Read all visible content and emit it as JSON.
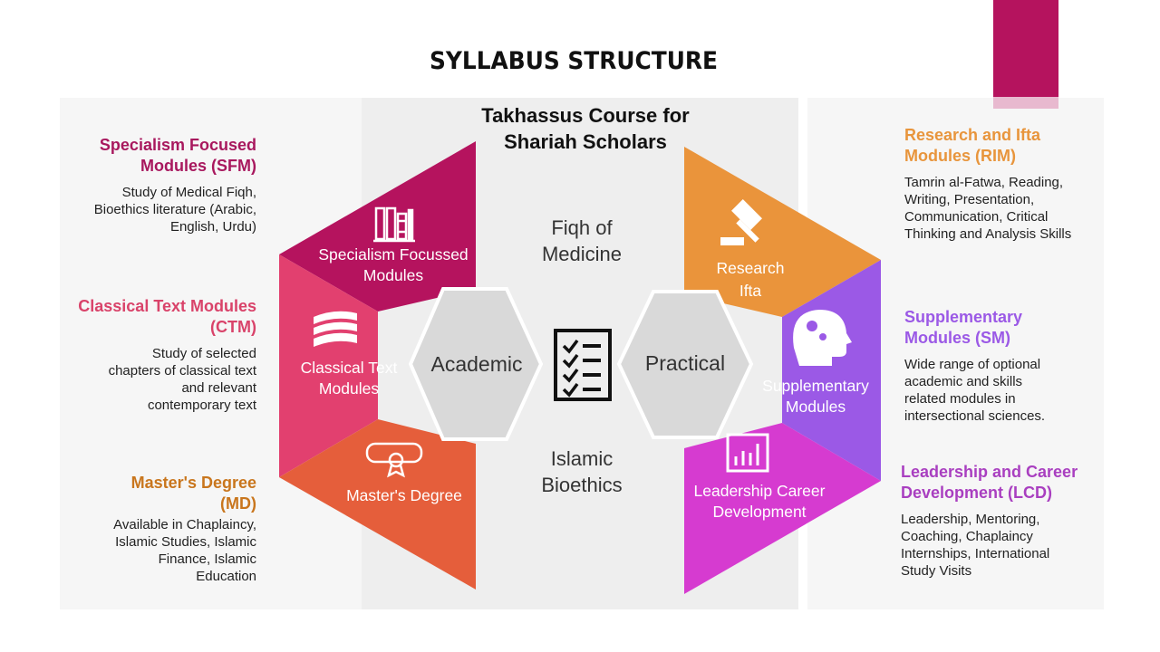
{
  "title": "SYLLABUS STRUCTURE",
  "course_title": [
    "Takhassus Course for",
    "Shariah Scholars"
  ],
  "center": {
    "top_label": [
      "Fiqh of",
      "Medicine"
    ],
    "bottom_label": [
      "Islamic",
      "Bioethics"
    ],
    "left_core": "Academic",
    "right_core": "Practical",
    "checklist_icon": "checklist-icon"
  },
  "segments": {
    "sfm": {
      "label": [
        "Specialism Focussed",
        "Modules"
      ],
      "color": "#b5135e",
      "icon": "books-icon"
    },
    "ctm": {
      "label": [
        "Classical Text",
        "Modules"
      ],
      "color": "#e2406f",
      "icon": "book-stack-icon"
    },
    "md": {
      "label": [
        "Master's Degree"
      ],
      "color": "#e55e3b",
      "icon": "certificate-icon"
    },
    "rim": {
      "label": [
        "Research",
        "Ifta"
      ],
      "color": "#ea943b",
      "icon": "gavel-icon"
    },
    "sm": {
      "label": [
        "Supplementary",
        "Modules"
      ],
      "color": "#9b59e6",
      "icon": "head-gears-icon"
    },
    "lcd": {
      "label": [
        "Leadership Career",
        "Development"
      ],
      "color": "#d63bd0",
      "icon": "bar-chart-icon"
    }
  },
  "left_descriptions": [
    {
      "heading": [
        "Specialism Focused",
        "Modules (SFM)"
      ],
      "color": "#a8185e",
      "body": [
        "Study of Medical Fiqh,",
        "Bioethics literature (Arabic,",
        "English, Urdu)"
      ]
    },
    {
      "heading": [
        "Classical Text Modules",
        "(CTM)"
      ],
      "color": "#d9436a",
      "body": [
        "Study of selected",
        "chapters of classical text",
        "and relevant",
        "contemporary text"
      ]
    },
    {
      "heading": [
        "Master's Degree",
        "(MD)"
      ],
      "color": "#c9761d",
      "body": [
        "Available in Chaplaincy,",
        "Islamic Studies, Islamic",
        "Finance, Islamic",
        "Education"
      ]
    }
  ],
  "right_descriptions": [
    {
      "heading": [
        "Research and Ifta",
        "Modules (RIM)"
      ],
      "color": "#e8953c",
      "body": [
        "Tamrin al-Fatwa, Reading,",
        "Writing, Presentation,",
        "Communication, Critical",
        "Thinking and Analysis Skills"
      ]
    },
    {
      "heading": [
        "Supplementary",
        "Modules (SM)"
      ],
      "color": "#9b59e6",
      "body": [
        "Wide range of optional",
        "academic and skills",
        "related modules in",
        "intersectional sciences."
      ]
    },
    {
      "heading": [
        "Leadership and Career",
        "Development (LCD)"
      ],
      "color": "#a93fc0",
      "body": [
        "Leadership, Mentoring,",
        "Coaching, Chaplaincy",
        "Internships, International",
        "Study Visits"
      ]
    }
  ]
}
